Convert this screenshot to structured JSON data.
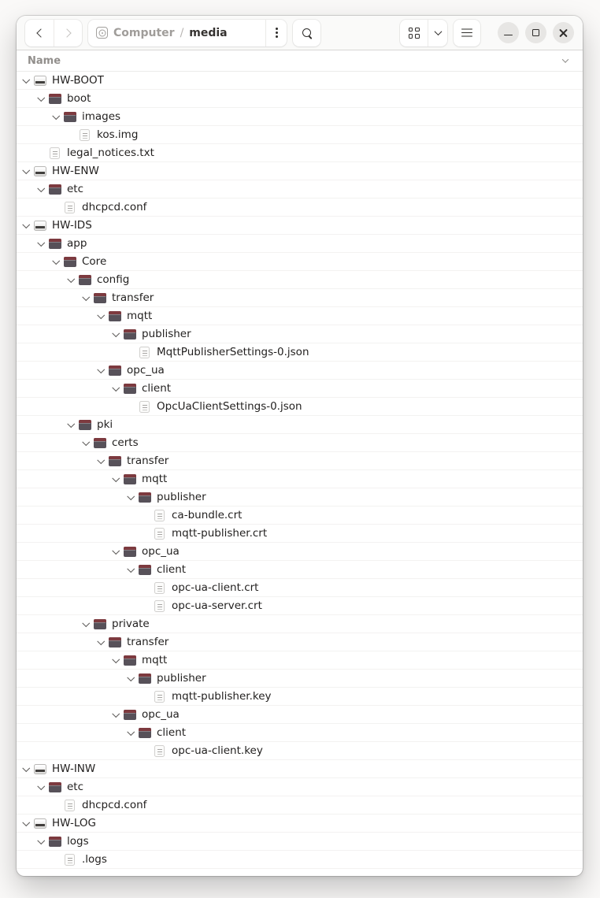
{
  "header": {
    "breadcrumb": {
      "root": "Computer",
      "separator": "/",
      "current": "media"
    },
    "icons": {
      "back": "chevron-left",
      "forward": "chevron-right",
      "location": "disc-drive",
      "path_menu": "kebab-vertical",
      "search": "magnifier",
      "view_toggle": "grid",
      "view_options": "chevron-down",
      "app_menu": "hamburger",
      "minimize": "minus",
      "maximize": "square",
      "close": "cross"
    }
  },
  "columns": {
    "name": "Name",
    "sort_icon": "chevron-down"
  },
  "tree": {
    "row_icons": {
      "drive": "drive-icon",
      "folder": "folder-icon",
      "file": "file-icon",
      "expander": "chevron-down"
    },
    "rows": [
      {
        "label": "HW-BOOT",
        "type": "drive",
        "level": 0,
        "expanded": true
      },
      {
        "label": "boot",
        "type": "folder",
        "level": 1,
        "expanded": true
      },
      {
        "label": "images",
        "type": "folder",
        "level": 2,
        "expanded": true
      },
      {
        "label": "kos.img",
        "type": "file",
        "level": 3
      },
      {
        "label": "legal_notices.txt",
        "type": "file",
        "level": 1
      },
      {
        "label": "HW-ENW",
        "type": "drive",
        "level": 0,
        "expanded": true
      },
      {
        "label": "etc",
        "type": "folder",
        "level": 1,
        "expanded": true
      },
      {
        "label": "dhcpcd.conf",
        "type": "file",
        "level": 2
      },
      {
        "label": "HW-IDS",
        "type": "drive",
        "level": 0,
        "expanded": true
      },
      {
        "label": "app",
        "type": "folder",
        "level": 1,
        "expanded": true
      },
      {
        "label": "Core",
        "type": "folder",
        "level": 2,
        "expanded": true
      },
      {
        "label": "config",
        "type": "folder",
        "level": 3,
        "expanded": true
      },
      {
        "label": "transfer",
        "type": "folder",
        "level": 4,
        "expanded": true
      },
      {
        "label": "mqtt",
        "type": "folder",
        "level": 5,
        "expanded": true
      },
      {
        "label": "publisher",
        "type": "folder",
        "level": 6,
        "expanded": true
      },
      {
        "label": "MqttPublisherSettings-0.json",
        "type": "file",
        "level": 7
      },
      {
        "label": "opc_ua",
        "type": "folder",
        "level": 5,
        "expanded": true
      },
      {
        "label": "client",
        "type": "folder",
        "level": 6,
        "expanded": true
      },
      {
        "label": "OpcUaClientSettings-0.json",
        "type": "file",
        "level": 7
      },
      {
        "label": "pki",
        "type": "folder",
        "level": 3,
        "expanded": true
      },
      {
        "label": "certs",
        "type": "folder",
        "level": 4,
        "expanded": true
      },
      {
        "label": "transfer",
        "type": "folder",
        "level": 5,
        "expanded": true
      },
      {
        "label": "mqtt",
        "type": "folder",
        "level": 6,
        "expanded": true
      },
      {
        "label": "publisher",
        "type": "folder",
        "level": 7,
        "expanded": true
      },
      {
        "label": "ca-bundle.crt",
        "type": "file",
        "level": 8
      },
      {
        "label": "mqtt-publisher.crt",
        "type": "file",
        "level": 8
      },
      {
        "label": "opc_ua",
        "type": "folder",
        "level": 6,
        "expanded": true
      },
      {
        "label": "client",
        "type": "folder",
        "level": 7,
        "expanded": true
      },
      {
        "label": "opc-ua-client.crt",
        "type": "file",
        "level": 8
      },
      {
        "label": "opc-ua-server.crt",
        "type": "file",
        "level": 8
      },
      {
        "label": "private",
        "type": "folder",
        "level": 4,
        "expanded": true
      },
      {
        "label": "transfer",
        "type": "folder",
        "level": 5,
        "expanded": true
      },
      {
        "label": "mqtt",
        "type": "folder",
        "level": 6,
        "expanded": true
      },
      {
        "label": "publisher",
        "type": "folder",
        "level": 7,
        "expanded": true
      },
      {
        "label": "mqtt-publisher.key",
        "type": "file",
        "level": 8
      },
      {
        "label": "opc_ua",
        "type": "folder",
        "level": 6,
        "expanded": true
      },
      {
        "label": "client",
        "type": "folder",
        "level": 7,
        "expanded": true
      },
      {
        "label": "opc-ua-client.key",
        "type": "file",
        "level": 8
      },
      {
        "label": "HW-INW",
        "type": "drive",
        "level": 0,
        "expanded": true
      },
      {
        "label": "etc",
        "type": "folder",
        "level": 1,
        "expanded": true
      },
      {
        "label": "dhcpcd.conf",
        "type": "file",
        "level": 2
      },
      {
        "label": "HW-LOG",
        "type": "drive",
        "level": 0,
        "expanded": true
      },
      {
        "label": "logs",
        "type": "folder",
        "level": 1,
        "expanded": true
      },
      {
        "label": ".logs",
        "type": "file",
        "level": 2
      }
    ]
  },
  "colors": {
    "headerbar_bg": "#fafaf9",
    "content_bg": "#ffffff",
    "row_separator": "#f3f2f1",
    "label_text": "#211f1e",
    "muted_text": "#918e8b",
    "folder_body": "#575159",
    "folder_tab": "#7d3a3f",
    "window_control_bg": "#e7e6e4"
  }
}
